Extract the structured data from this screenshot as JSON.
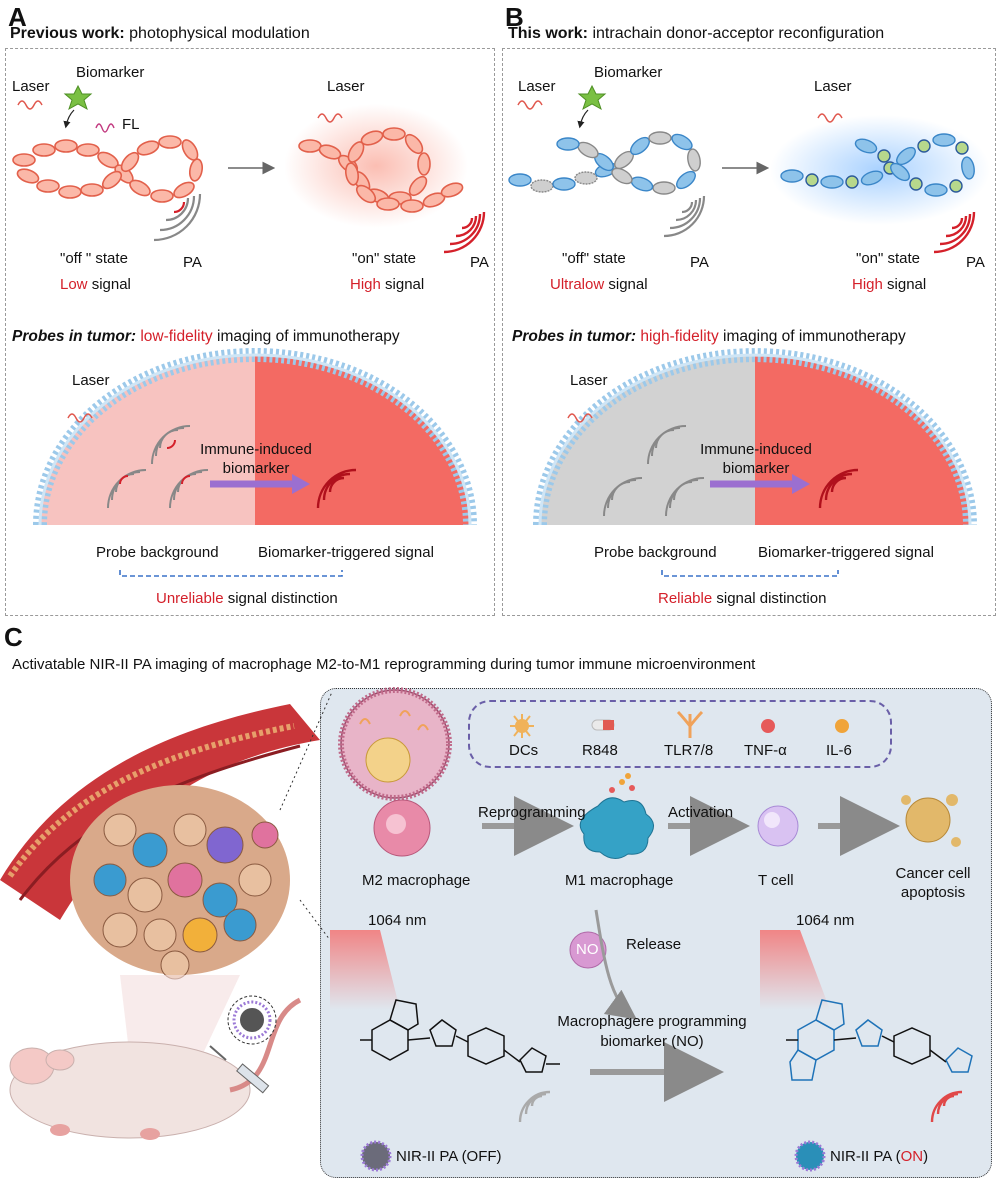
{
  "panelA": {
    "letter": "A",
    "heading_bold": "Previous work:",
    "heading_rest": " photophysical modulation",
    "laser1": "Laser",
    "biomarker": "Biomarker",
    "fl": "FL",
    "laser2": "Laser",
    "off_state": "\"off \" state",
    "low_word": "Low",
    "signal_word": " signal",
    "pa1": "PA",
    "on_state": "\"on\" state",
    "high_word": "High",
    "pa2": "PA",
    "probes_bold": "Probes in tumor:",
    "probes_red": " low-fidelity",
    "probes_rest": " imaging of immunotherapy",
    "laser3": "Laser",
    "immune_line1": "Immune-induced",
    "immune_line2": "biomarker",
    "probe_bg": "Probe background",
    "bio_trig": "Biomarker-triggered signal",
    "distinction_red": "Unreliable",
    "distinction_rest": " signal distinction"
  },
  "panelB": {
    "letter": "B",
    "heading_bold": "This work:",
    "heading_rest": " intrachain donor-acceptor reconfiguration",
    "laser1": "Laser",
    "biomarker": "Biomarker",
    "laser2": "Laser",
    "off_state": "\"off\" state",
    "low_word": "Ultralow",
    "signal_word": " signal",
    "pa1": "PA",
    "on_state": "\"on\" state",
    "high_word": "High",
    "pa2": "PA",
    "probes_bold": "Probes in tumor:",
    "probes_red": " high-fidelity",
    "probes_rest": " imaging of immunotherapy",
    "laser3": "Laser",
    "immune_line1": "Immune-induced",
    "immune_line2": "biomarker",
    "probe_bg": "Probe background",
    "bio_trig": "Biomarker-triggered signal",
    "distinction_red": "Reliable",
    "distinction_rest": " signal distinction"
  },
  "panelC": {
    "letter": "C",
    "title": "Activatable NIR-II PA imaging of macrophage M2-to-M1 reprogramming during tumor immune microenvironment",
    "legend": [
      "DCs",
      "R848",
      "TLR7/8",
      "TNF-α",
      "IL-6"
    ],
    "reprogramming": "Reprogramming",
    "activation": "Activation",
    "m2": "M2 macrophage",
    "m1": "M1 macrophage",
    "tcell": "T cell",
    "apoptosis_l1": "Cancer cell",
    "apoptosis_l2": "apoptosis",
    "nm_left": "1064 nm",
    "nm_right": "1064 nm",
    "no": "NO",
    "release": "Release",
    "macro_l1": "Macrophagere programming",
    "macro_l2": "biomarker (NO)",
    "off_label": "NIR-II PA (OFF)",
    "on_prefix": "NIR-II PA (",
    "on_word": "ON",
    "on_suffix": ")"
  },
  "colors": {
    "accent_red": "#d4202a",
    "probe_orange": "#f28a78",
    "probe_blue": "#8ec3ea",
    "tumor_red": "#f36a63",
    "tumor_pink": "#f7c3c0",
    "arrow_purple": "#9b6fd0"
  }
}
